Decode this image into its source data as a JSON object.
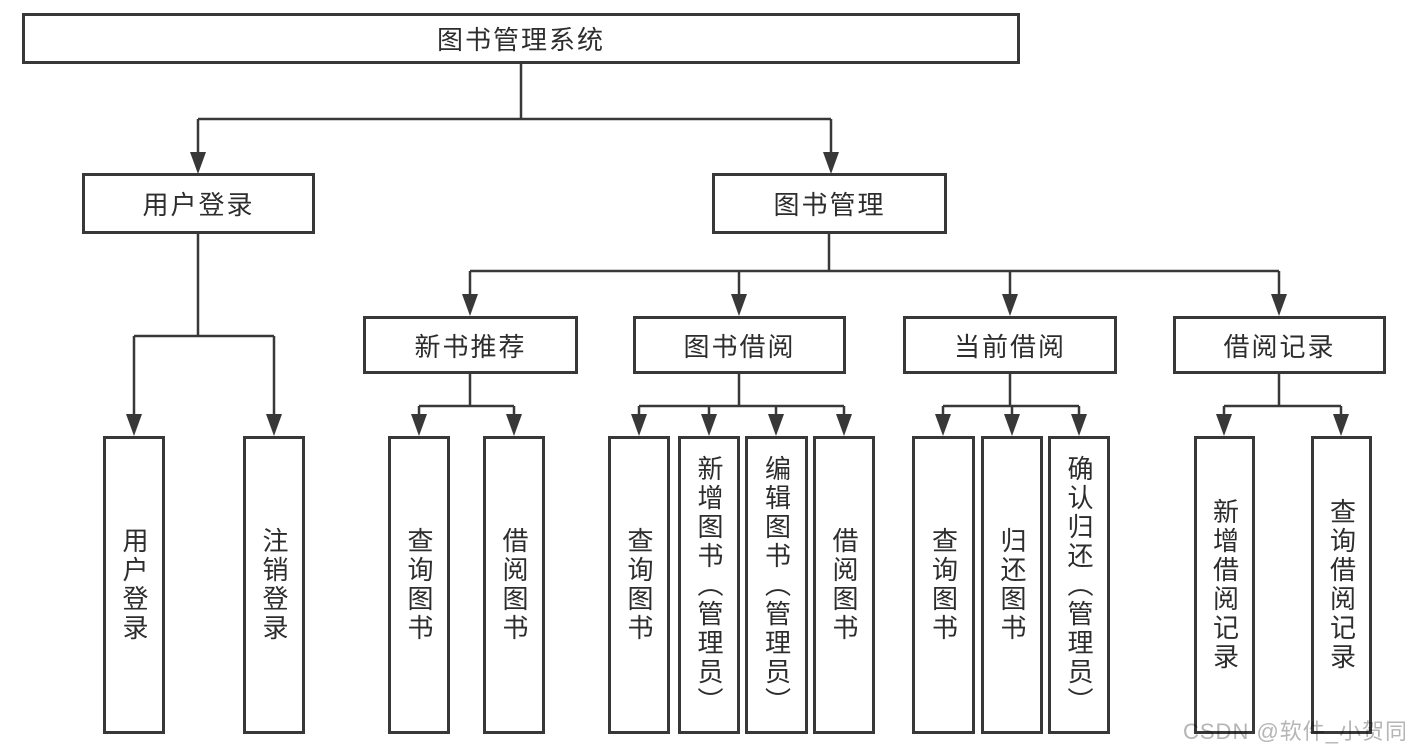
{
  "diagram_title": "图书管理系统",
  "colors": {
    "line": "#383838",
    "box_border": "#383838",
    "text": "#2d2d2d",
    "background": "#ffffff",
    "watermark": "#b5b5b5"
  },
  "tree": {
    "label": "图书管理系统",
    "children": [
      {
        "label": "用户登录",
        "children": [
          {
            "label": "用户登录"
          },
          {
            "label": "注销登录"
          }
        ]
      },
      {
        "label": "图书管理",
        "children": [
          {
            "label": "新书推荐",
            "children": [
              {
                "label": "查询图书"
              },
              {
                "label": "借阅图书"
              }
            ]
          },
          {
            "label": "图书借阅",
            "children": [
              {
                "label": "查询图书"
              },
              {
                "label": "新增图书（管理员）"
              },
              {
                "label": "编辑图书（管理员）"
              },
              {
                "label": "借阅图书"
              }
            ]
          },
          {
            "label": "当前借阅",
            "children": [
              {
                "label": "查询图书"
              },
              {
                "label": "归还图书"
              },
              {
                "label": "确认归还（管理员）"
              }
            ]
          },
          {
            "label": "借阅记录",
            "children": [
              {
                "label": "新增借阅记录"
              },
              {
                "label": "查询借阅记录"
              }
            ]
          }
        ]
      }
    ]
  },
  "watermark": {
    "text": "CSDN @软件_小贺同学"
  }
}
